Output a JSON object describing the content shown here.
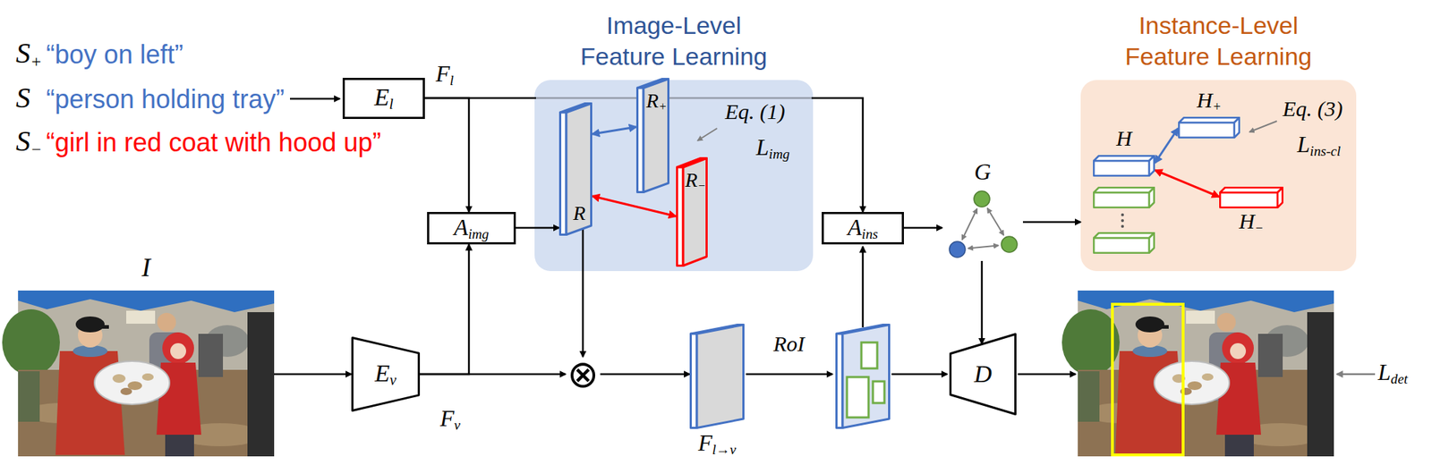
{
  "diagram": {
    "nodes": [
      {
        "text": [
          "El"
        ]
      },
      {
        "text": [
          "Image-Level Feature Learning"
        ]
      },
      {
        "text": [
          "R+"
        ],
        "in": 1
      },
      {
        "text": [
          "R"
        ],
        "in": 1
      },
      {
        "text": [
          "R−"
        ],
        "in": 1
      },
      {
        "text": [
          "Aimg"
        ]
      },
      {
        "text": [
          "Ains"
        ]
      },
      {
        "text": [
          "G"
        ]
      },
      {
        "text": [
          "Instance-Level Feature Learning"
        ]
      },
      {
        "text": [
          "H+"
        ],
        "in": 8
      },
      {
        "text": [
          "H"
        ],
        "in": 8
      },
      {
        "text": [
          "H−"
        ],
        "in": 8
      },
      {
        "text": [
          "I"
        ]
      },
      {
        "text": [
          "Ev"
        ]
      },
      {
        "text": [
          "⊗"
        ]
      },
      {
        "text": [
          "Fl→v"
        ]
      },
      {
        "text": [
          "D"
        ]
      }
    ],
    "edges": [
      {
        "from": 0,
        "to": 5,
        "arrow": "to"
      },
      {
        "from": 0,
        "to": 6,
        "arrow": "to"
      },
      {
        "from": 13,
        "to": 5,
        "arrow": "to"
      },
      {
        "from": 13,
        "to": 14,
        "arrow": "to"
      },
      {
        "from": 5,
        "to": 3,
        "arrow": "to"
      },
      {
        "from": 3,
        "to": 2,
        "arrow": "both"
      },
      {
        "from": 3,
        "to": 4,
        "arrow": "both"
      },
      {
        "from": 3,
        "to": 14,
        "arrow": "to"
      },
      {
        "from": 14,
        "to": 15,
        "arrow": "to"
      },
      {
        "from": 6,
        "to": 7,
        "arrow": "to"
      },
      {
        "from": 7,
        "to": 8,
        "arrow": "to"
      },
      {
        "from": 7,
        "to": 16,
        "arrow": "to"
      },
      {
        "from": 10,
        "to": 9,
        "arrow": "both"
      },
      {
        "from": 10,
        "to": 11,
        "arrow": "both"
      },
      {
        "from": 12,
        "to": 13,
        "arrow": "to"
      }
    ],
    "labels": [
      "S+",
      "“boy on left”",
      "S",
      "“person holding tray”",
      "S−",
      "“girl in red coat with hood up”",
      "Fl",
      "Eq. (1)",
      "Limg",
      "Fv",
      "RoI",
      "Eq. (3)",
      "Lins-cl",
      "Ldet"
    ]
  }
}
